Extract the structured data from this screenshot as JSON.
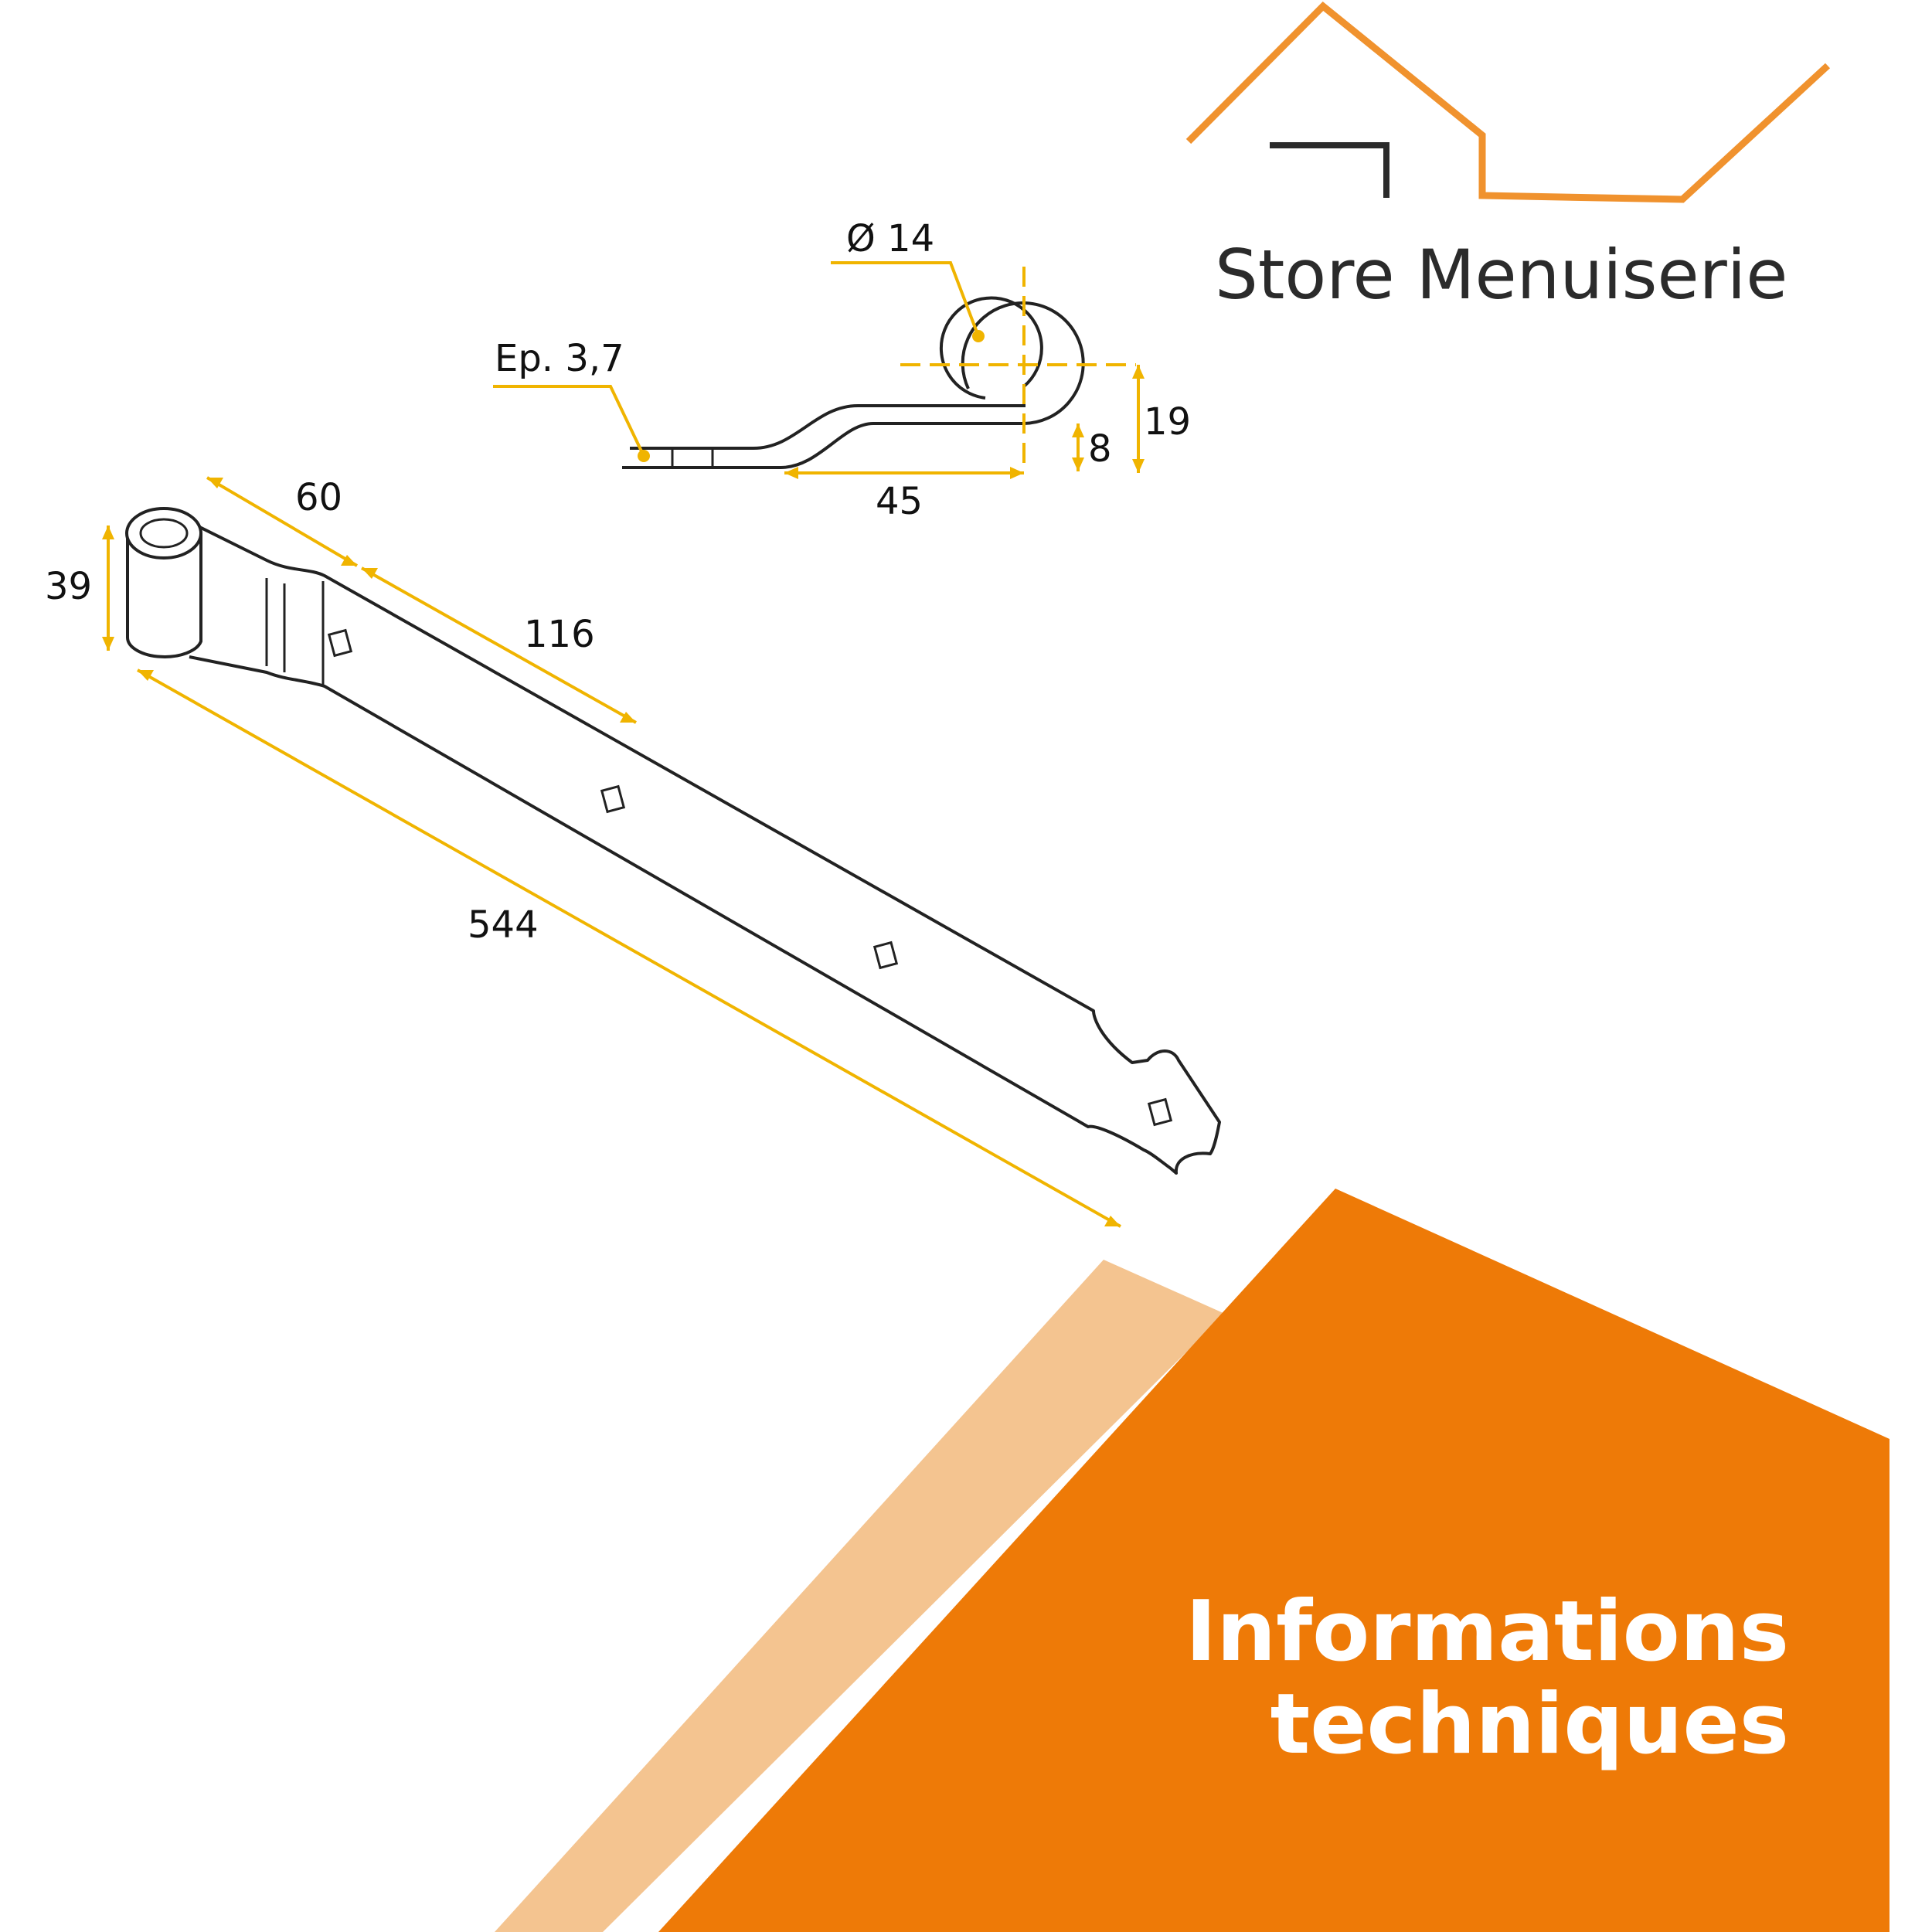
{
  "brand": {
    "name": "Store Menuiserie",
    "accent_color": "#f0922e"
  },
  "banner": {
    "line1": "Informations",
    "line2": "techniques",
    "primary_color": "#ee7a07",
    "secondary_color": "#f4c490"
  },
  "drawing": {
    "dimension_color": "#f0b400",
    "line_color": "#222222",
    "profile_labels": {
      "diameter": "Ø 14",
      "thickness": "Ep. 3,7",
      "height": "19",
      "offset": "8",
      "length": "45"
    },
    "strap_labels": {
      "barrel_height": "39",
      "width": "60",
      "hole_spacing": "116",
      "total_length": "544"
    }
  }
}
